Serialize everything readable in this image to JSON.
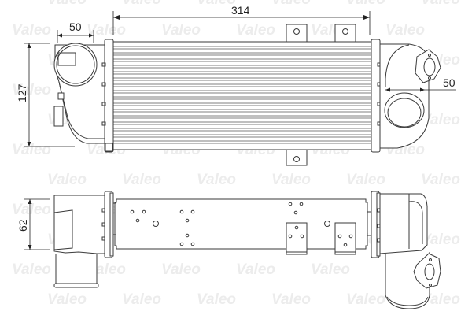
{
  "watermark": {
    "text": "Valeo",
    "color": "#ececec"
  },
  "top_view": {
    "dimensions": {
      "overall_width": "314",
      "left_outlet_width": "50",
      "right_outlet_width": "50",
      "height": "127"
    }
  },
  "front_view": {
    "dimensions": {
      "depth": "62"
    }
  },
  "colors": {
    "line": "#3a3a3a",
    "background": "#ffffff",
    "fin": "#555555"
  }
}
